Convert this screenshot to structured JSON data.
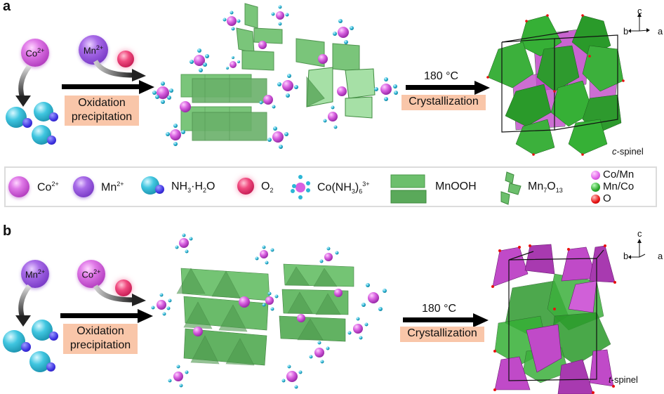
{
  "panels": [
    {
      "id": "a",
      "label": "a",
      "ion_first": {
        "symbol": "Co",
        "charge": "2+"
      },
      "ion_second": {
        "symbol": "Mn",
        "charge": "2+"
      },
      "step1_label_line1": "Oxidation",
      "step1_label_line2": "precipitation",
      "intermediate": "MnOOH + Mn7O13 with Co(NH3)6 3+ complexes",
      "step2_temp": "180 °C",
      "step2_label": "Crystallization",
      "product_prefix": "c",
      "product_suffix": "-spinel",
      "axes": {
        "up": "c",
        "left": "b",
        "right": "a"
      }
    },
    {
      "id": "b",
      "label": "b",
      "ion_first": {
        "symbol": "Mn",
        "charge": "2+"
      },
      "ion_second": {
        "symbol": "Co",
        "charge": "2+"
      },
      "step1_label_line1": "Oxidation",
      "step1_label_line2": "precipitation",
      "intermediate": "MnOOH layers with Co(NH3)6 3+ complexes",
      "step2_temp": "180 °C",
      "step2_label": "Crystallization",
      "product_prefix": "t",
      "product_suffix": "-spinel",
      "axes": {
        "up": "c",
        "left": "b",
        "right": "a"
      }
    }
  ],
  "legend": {
    "items": [
      {
        "icon": "co2-sphere-icon",
        "base": "Co",
        "sup": "2+"
      },
      {
        "icon": "mn2-sphere-icon",
        "base": "Mn",
        "sup": "2+"
      },
      {
        "icon": "nh3-h2o-molecule-icon",
        "text": "NH3·H2O"
      },
      {
        "icon": "o2-sphere-icon",
        "text": "O2"
      },
      {
        "icon": "co-ammine-complex-icon",
        "text": "Co(NH3)6 3+"
      },
      {
        "icon": "mnooh-layers-icon",
        "text": "MnOOH"
      },
      {
        "icon": "mn7o13-octahedra-icon",
        "text": "Mn7O13"
      }
    ],
    "atoms": [
      {
        "label": "Co/Mn",
        "color": "#e060e8"
      },
      {
        "label": "Mn/Co",
        "color": "#2aa62a"
      },
      {
        "label": "O",
        "color": "#e81010"
      }
    ]
  },
  "colors": {
    "label_box": "#f9c6a9",
    "octahedra_green": "#5fb85f",
    "octahedra_light": "#9ad89a",
    "tetrahedra_magenta": "#c04ac8",
    "spinel_green": "#2e9a2e",
    "ammonia_cyan": "#2bb6d6"
  }
}
